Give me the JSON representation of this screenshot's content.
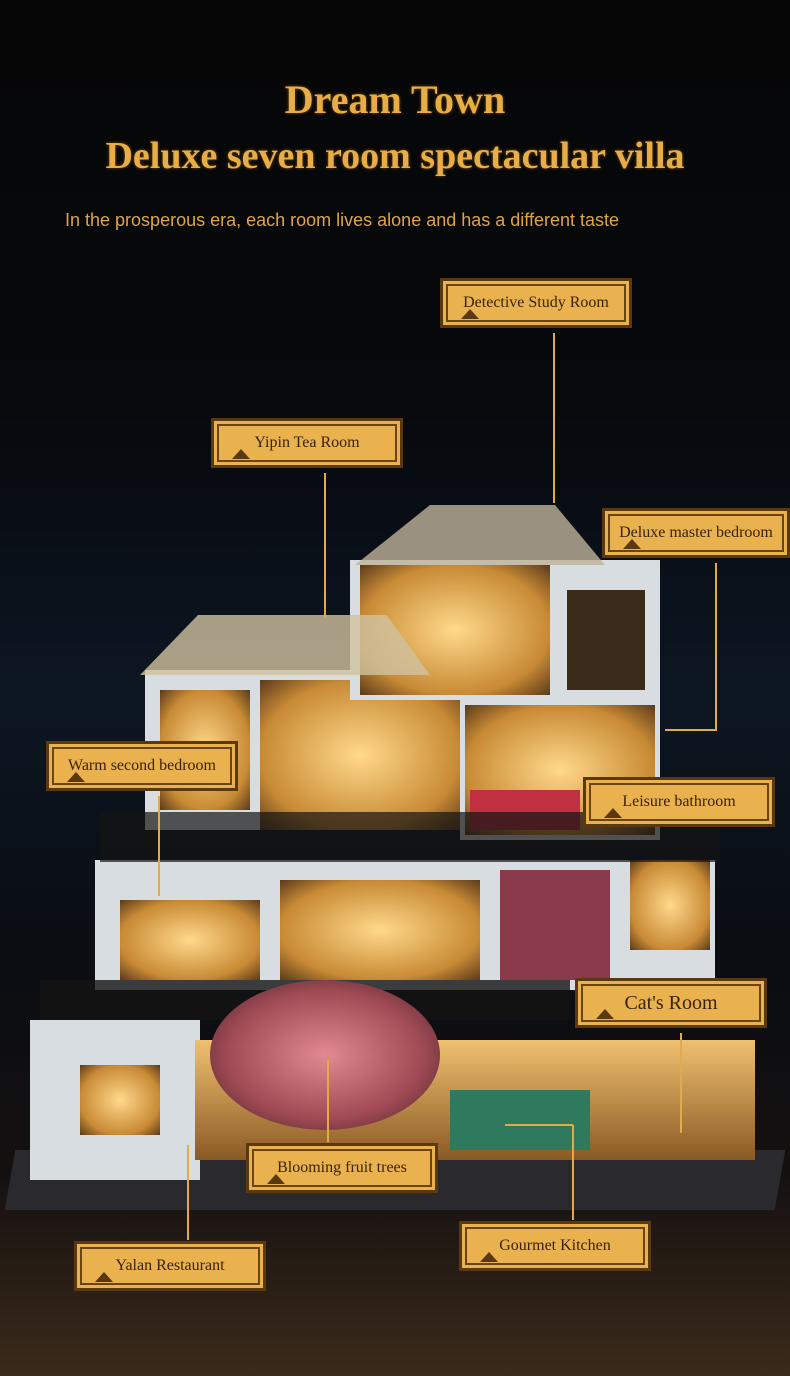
{
  "header": {
    "title": "Dream Town",
    "subtitle": "Deluxe seven room spectacular villa",
    "tagline": "In the prosperous era, each room lives alone and has a different taste"
  },
  "labels": {
    "detective": "Detective Study Room",
    "tea": "Yipin Tea Room",
    "master": "Deluxe master bedroom",
    "warm": "Warm second bedroom",
    "bathroom": "Leisure bathroom",
    "cat": "Cat's Room",
    "trees": "Blooming fruit trees",
    "restaurant": "Yalan Restaurant",
    "kitchen": "Gourmet Kitchen"
  },
  "colors": {
    "gold": "#e9b24f",
    "label_text": "#3a220c",
    "background": "#060606"
  }
}
